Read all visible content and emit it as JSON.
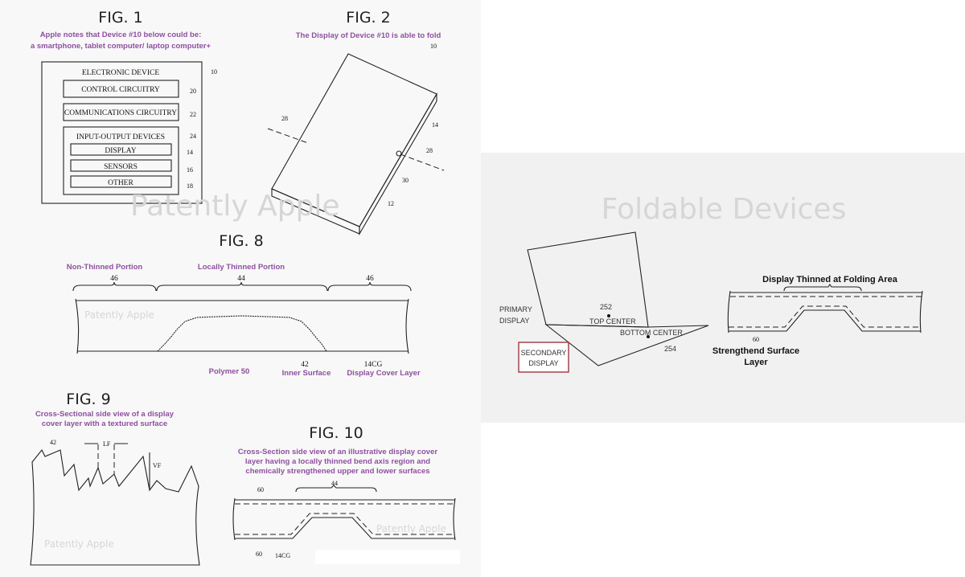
{
  "fig1": {
    "title": "FIG. 1",
    "caption_line1": "Apple notes that Device #10 below could be:",
    "caption_line2": "a smartphone, tablet computer/ laptop computer+",
    "device_label": "ELECTRONIC DEVICE",
    "control": "CONTROL CIRCUITRY",
    "comms": "COMMUNICATIONS CIRCUITRY",
    "io": "INPUT-OUTPUT DEVICES",
    "display": "DISPLAY",
    "sensors": "SENSORS",
    "other": "OTHER",
    "refs": {
      "device": "10",
      "control": "20",
      "comms": "22",
      "io": "24",
      "display": "14",
      "sensors": "16",
      "other": "18"
    }
  },
  "fig2": {
    "title": "FIG. 2",
    "caption": "The Display of Device #10 is able to fold",
    "refs": {
      "device": "10",
      "axis_left": "28",
      "axis_right": "28",
      "display": "14",
      "point": "30",
      "housing": "12"
    }
  },
  "watermark": "Patently Apple",
  "fig8": {
    "title": "FIG. 8",
    "non_thinned": "Non-Thinned Portion",
    "locally_thinned": "Locally Thinned Portion",
    "ref_left": "46",
    "ref_mid": "44",
    "ref_right": "46",
    "polymer": "Polymer 50",
    "ref_inner": "42",
    "inner_surface": "Inner Surface",
    "ref_cover": "14CG",
    "cover_layer": "Display Cover Layer"
  },
  "fig9": {
    "title": "FIG. 9",
    "caption_line1": "Cross-Sectional side view of a display",
    "caption_line2": "cover layer with a textured surface",
    "ref_surface": "42",
    "ref_lf": "LF",
    "ref_vf": "VF"
  },
  "fig10": {
    "title": "FIG. 10",
    "caption_line1": "Cross-Section side view of an illustrative display cover",
    "caption_line2": "layer having a locally thinned bend axis region and",
    "caption_line3": "chemically strengthened upper and lower surfaces",
    "ref_top": "60",
    "ref_region": "44",
    "ref_bottom": "60",
    "ref_cover": "14CG"
  },
  "foldable": {
    "title": "Foldable Devices",
    "primary_line1": "PRIMARY",
    "primary_line2": "DISPLAY",
    "ref_top": "252",
    "top_center": "TOP CENTER",
    "bottom_center": "BOTTOM CENTER",
    "ref_bottom": "254",
    "secondary_line1": "SECONDARY",
    "secondary_line2": "DISPLAY",
    "thinned_label": "Display Thinned at Folding Area",
    "ref_layer": "60",
    "strength_line1": "Strengthend Surface",
    "strength_line2": "Layer",
    "secondary_box_color": "#a5424a"
  }
}
